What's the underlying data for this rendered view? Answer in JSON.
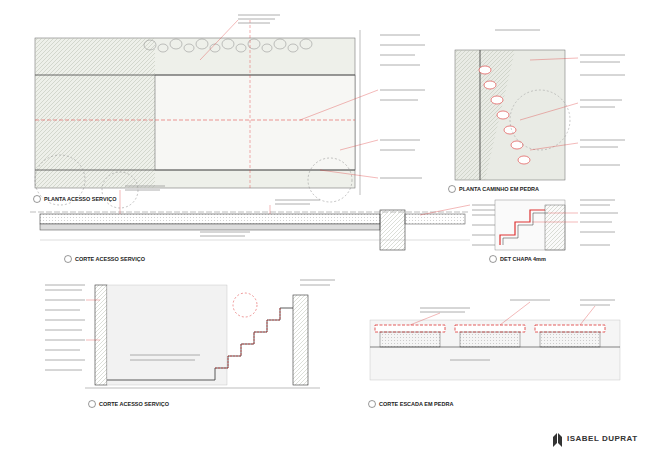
{
  "diagram": {
    "labels": [
      "PLANTA ACESSO SERVIÇO",
      "PLANTA CAMINHO EM PEDRA",
      "CORTE ACESSO SERVIÇO",
      "DET CHAPA 4mm",
      "CORTE ACESSO SERVIÇO",
      "CORTE ESCADA EM PEDRA",
      "ISABEL DUPRAT"
    ]
  }
}
